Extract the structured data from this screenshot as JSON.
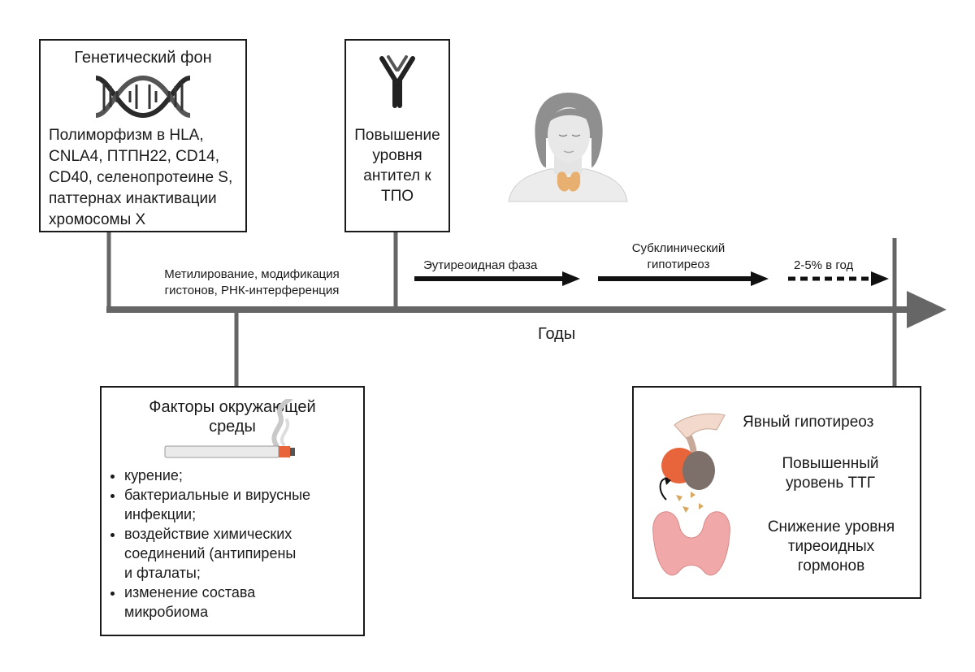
{
  "genetic": {
    "title": "Генетический фон",
    "lines": [
      "Полиморфизм в HLA,",
      "CNLA4, ПТПН22, CD14,",
      "CD40, селенопротеине S,",
      "паттернах инактивации",
      "хромосомы X"
    ]
  },
  "antibodies": {
    "lines": [
      "Повышение",
      "уровня",
      "антител к",
      "ТПО"
    ]
  },
  "epigenetic": {
    "lines": [
      "Метилирование, модификация",
      "гистонов, РНК-интерференция"
    ]
  },
  "phases": {
    "euthyroid": "Эутиреоидная фаза",
    "subclinical": [
      "Субклинический",
      "гипотиреоз"
    ],
    "rate": "2-5% в год"
  },
  "axis": {
    "label": "Годы"
  },
  "environment": {
    "title": [
      "Факторы окружающей",
      "среды"
    ],
    "items": [
      [
        "курение;"
      ],
      [
        "бактериальные и вирусные",
        "инфекции;"
      ],
      [
        "воздействие химических",
        "соединений (антипирены",
        "и фталаты;"
      ],
      [
        "изменение состава",
        "микробиома"
      ]
    ]
  },
  "outcome": {
    "overt": "Явный гипотиреоз",
    "tsh": [
      "Повышенный",
      "уровень ТТГ"
    ],
    "hormones": [
      "Снижение уровня",
      "тиреоидных",
      "гормонов"
    ]
  },
  "colors": {
    "axis": "#666666",
    "thyroid": "#f0a8a8",
    "pituitary_orange": "#e8643a",
    "pituitary_gray": "#7d6f6a",
    "smoke": "#c9c9c9"
  }
}
